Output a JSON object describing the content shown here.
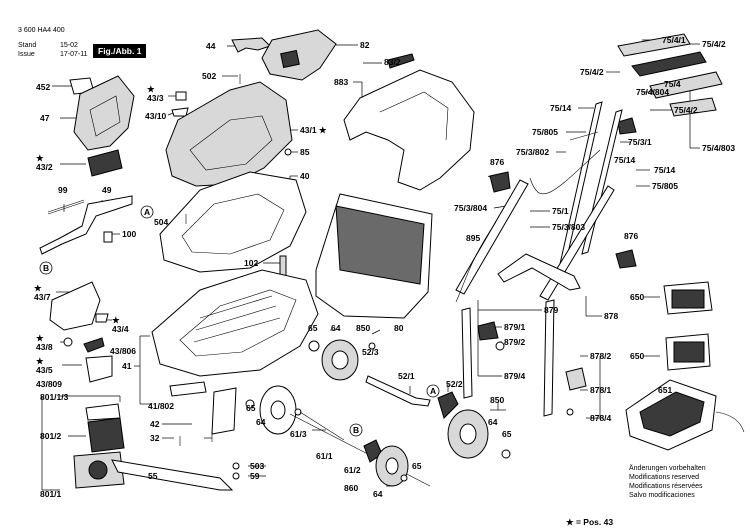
{
  "header": {
    "doc_number": "3 600 HA4 400",
    "stand_label": "Stand",
    "stand_value": "15-02",
    "issue_label": "Issue",
    "issue_value": "17-07-11",
    "figure_label": "Fig./Abb. 1"
  },
  "footer": {
    "notes": [
      "Änderungen vorbehalten",
      "Modifications reserved",
      "Modifications réservées",
      "Salvo modificaciones"
    ],
    "position_note": "★ = Pos. 43"
  },
  "labels": [
    {
      "key": "p44",
      "text": "44"
    },
    {
      "key": "p82",
      "text": "82"
    },
    {
      "key": "p502",
      "text": "502"
    },
    {
      "key": "p83_2",
      "text": "83/2"
    },
    {
      "key": "p883",
      "text": "883"
    },
    {
      "key": "p452",
      "text": "452"
    },
    {
      "key": "p43_3",
      "text": "★\n43/3"
    },
    {
      "key": "p47",
      "text": "47"
    },
    {
      "key": "p43_10",
      "text": "43/10"
    },
    {
      "key": "p43_1",
      "text": "43/1 ★"
    },
    {
      "key": "p85",
      "text": "85"
    },
    {
      "key": "p43_2",
      "text": "★\n43/2"
    },
    {
      "key": "p40",
      "text": "40"
    },
    {
      "key": "p99",
      "text": "99"
    },
    {
      "key": "p49",
      "text": "49"
    },
    {
      "key": "pA1",
      "text": "A"
    },
    {
      "key": "p504",
      "text": "504"
    },
    {
      "key": "p100",
      "text": "100"
    },
    {
      "key": "pB1",
      "text": "B"
    },
    {
      "key": "p102",
      "text": "102"
    },
    {
      "key": "p80",
      "text": "80"
    },
    {
      "key": "p43_7",
      "text": "★\n43/7"
    },
    {
      "key": "p43_4",
      "text": "★\n43/4"
    },
    {
      "key": "p43_8",
      "text": "★\n43/8"
    },
    {
      "key": "p43_806",
      "text": "43/806"
    },
    {
      "key": "p43_5",
      "text": "★\n43/5"
    },
    {
      "key": "p43_809",
      "text": "43/809"
    },
    {
      "key": "p41",
      "text": "41"
    },
    {
      "key": "p65a",
      "text": "65"
    },
    {
      "key": "p64a",
      "text": "64"
    },
    {
      "key": "p850a",
      "text": "850"
    },
    {
      "key": "p52_3",
      "text": "52/3"
    },
    {
      "key": "p41_802",
      "text": "41/802"
    },
    {
      "key": "p801_1_3",
      "text": "801/1/3"
    },
    {
      "key": "p801_2",
      "text": "801/2"
    },
    {
      "key": "p42",
      "text": "42"
    },
    {
      "key": "p32",
      "text": "32"
    },
    {
      "key": "p65b",
      "text": "65"
    },
    {
      "key": "p64b",
      "text": "64"
    },
    {
      "key": "p61_3",
      "text": "61/3"
    },
    {
      "key": "p52_1",
      "text": "52/1"
    },
    {
      "key": "pA2",
      "text": "A"
    },
    {
      "key": "p52_2",
      "text": "52/2"
    },
    {
      "key": "pB2",
      "text": "B"
    },
    {
      "key": "p61_1",
      "text": "61/1"
    },
    {
      "key": "p850b",
      "text": "850"
    },
    {
      "key": "p64c",
      "text": "64"
    },
    {
      "key": "p65c",
      "text": "65"
    },
    {
      "key": "p503",
      "text": "503"
    },
    {
      "key": "p59",
      "text": "59"
    },
    {
      "key": "p55",
      "text": "55"
    },
    {
      "key": "p801_1",
      "text": "801/1"
    },
    {
      "key": "p61_2",
      "text": "61/2"
    },
    {
      "key": "p65d",
      "text": "65"
    },
    {
      "key": "p860",
      "text": "860"
    },
    {
      "key": "p64d",
      "text": "64"
    },
    {
      "key": "p75_4_1",
      "text": "75/4/1"
    },
    {
      "key": "p75_4_2a",
      "text": "75/4/2"
    },
    {
      "key": "p75_4_2b",
      "text": "75/4/2"
    },
    {
      "key": "p75_4",
      "text": "75/4"
    },
    {
      "key": "p75_4_804",
      "text": "75/4/804"
    },
    {
      "key": "p75_14a",
      "text": "75/14"
    },
    {
      "key": "p75_4_2c",
      "text": "75/4/2"
    },
    {
      "key": "p75_805a",
      "text": "75/805"
    },
    {
      "key": "p75_3_1",
      "text": "75/3/1"
    },
    {
      "key": "p75_4_803",
      "text": "75/4/803"
    },
    {
      "key": "p876a",
      "text": "876"
    },
    {
      "key": "p75_3_802",
      "text": "75/3/802"
    },
    {
      "key": "p75_14b",
      "text": "75/14"
    },
    {
      "key": "p75_14c",
      "text": "75/14"
    },
    {
      "key": "p75_805b",
      "text": "75/805"
    },
    {
      "key": "p75_3_804",
      "text": "75/3/804"
    },
    {
      "key": "p75_1",
      "text": "75/1"
    },
    {
      "key": "p75_3_803",
      "text": "75/3/803"
    },
    {
      "key": "p895",
      "text": "895"
    },
    {
      "key": "p876b",
      "text": "876"
    },
    {
      "key": "p650a",
      "text": "650"
    },
    {
      "key": "p879",
      "text": "879"
    },
    {
      "key": "p878",
      "text": "878"
    },
    {
      "key": "p879_1",
      "text": "879/1"
    },
    {
      "key": "p879_2",
      "text": "879/2"
    },
    {
      "key": "p650b",
      "text": "650"
    },
    {
      "key": "p878_2",
      "text": "878/2"
    },
    {
      "key": "p879_4",
      "text": "879/4"
    },
    {
      "key": "p878_1",
      "text": "878/1"
    },
    {
      "key": "p651",
      "text": "651"
    },
    {
      "key": "p878_4",
      "text": "878/4"
    }
  ]
}
